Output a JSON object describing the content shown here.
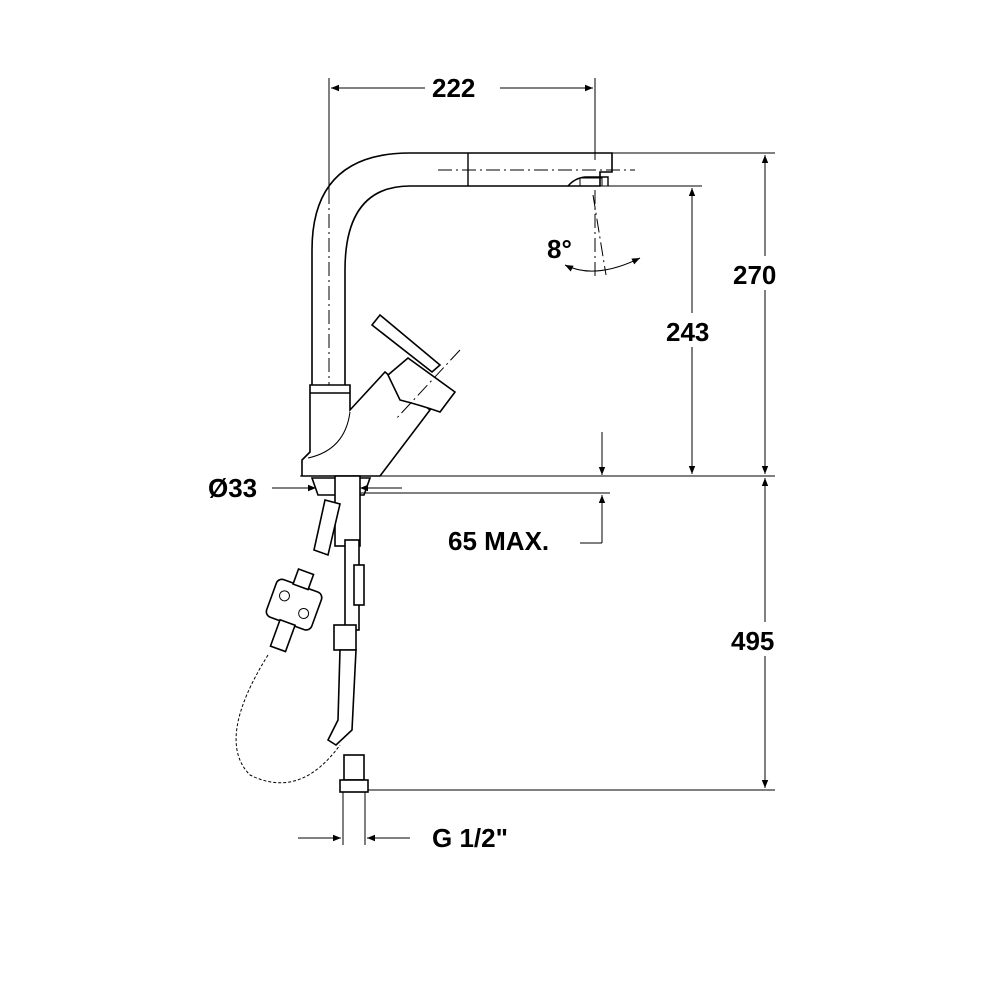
{
  "dimensions": {
    "spout_reach": "222",
    "total_height": "270",
    "spout_height": "243",
    "swivel_angle": "8°",
    "hole_diameter": "Ø33",
    "counter_thickness": "65 MAX.",
    "hose_length": "495",
    "connection": "G 1/2\""
  }
}
